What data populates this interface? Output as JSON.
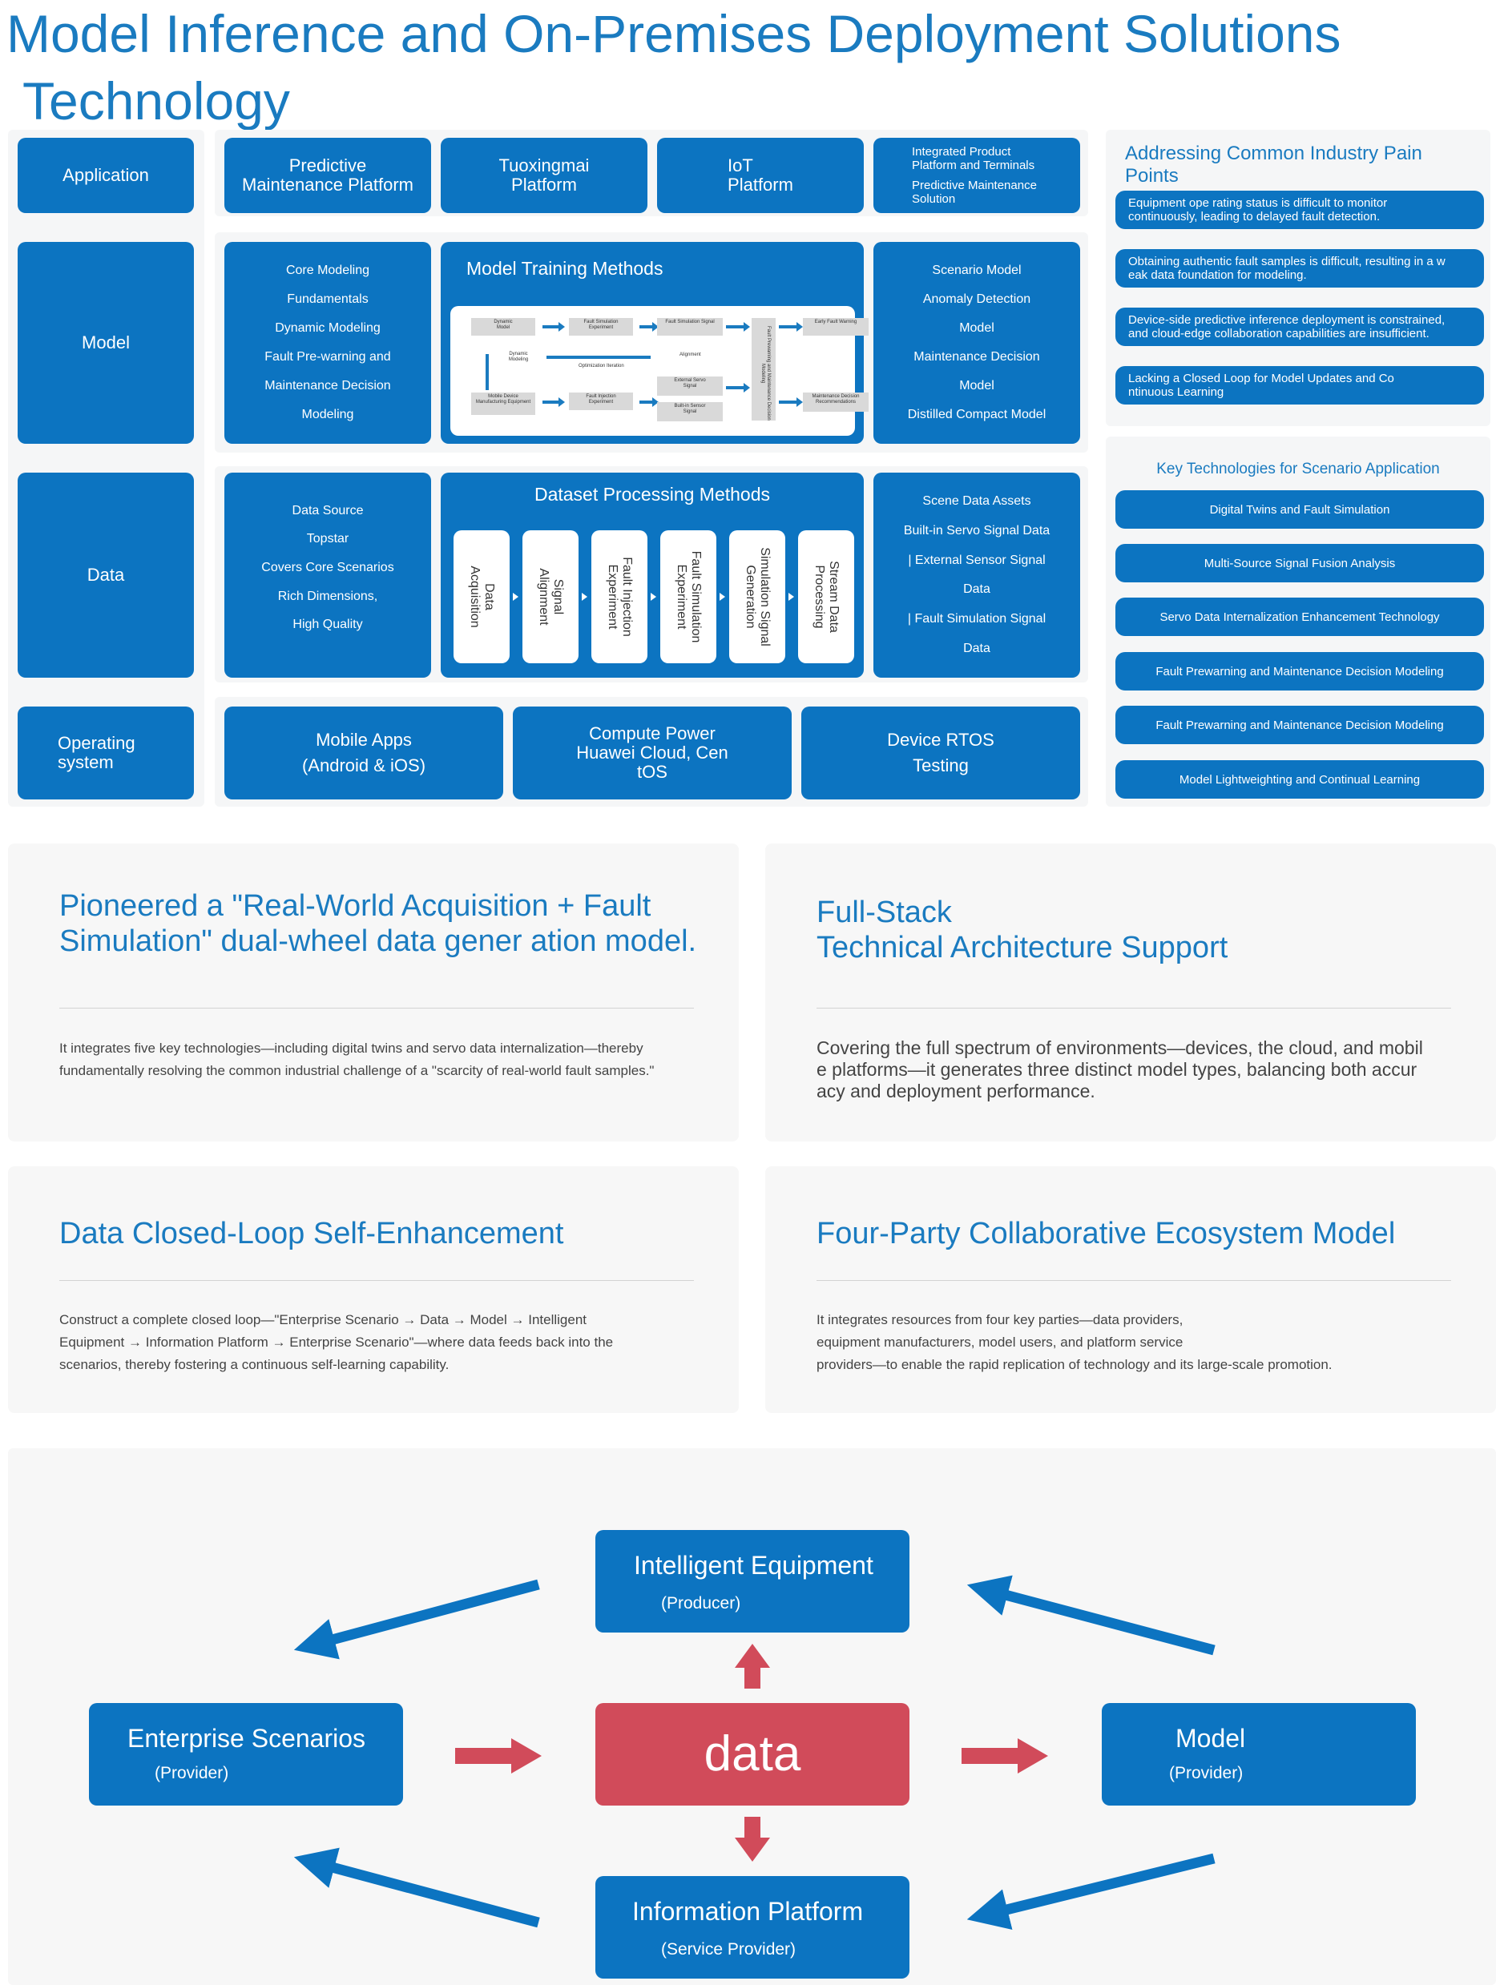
{
  "title": {
    "line1": "Model Inference and On-Premises Deployment Solutions",
    "line2": "Technology"
  },
  "layers": {
    "application": "Application",
    "model": "Model",
    "data": "Data",
    "os": "Operating\nsystem"
  },
  "application_row": {
    "predictive": "Predictive\nMaintenance Platform",
    "tuoxing": "Tuoxingmai\nPlatform",
    "iot": "IoT\nPlatform",
    "integrated_1": "Integrated Product\nPlatform and Terminals",
    "integrated_2": "Predictive Maintenance\nSolution"
  },
  "model_row": {
    "left_items": [
      "Core Modeling",
      "Fundamentals",
      "Dynamic Modeling",
      "Fault Pre-warning and",
      "Maintenance Decision",
      "Modeling"
    ],
    "training_title": "Model Training Methods",
    "training_nodes": {
      "dynamic_model": "Dynamic\nModel",
      "fault_sim_exp": "Fault Simulation\nExperiment",
      "fault_sim_signal": "Fault Simulation Signal",
      "early_warning": "Early Fault Warning",
      "dynamic_modeling": "Dynamic\nModeling",
      "optimization": "Optimization Iteration",
      "alignment": "Alignment",
      "fusion": "Fault Prewarning and Maintenance Decision Modeling",
      "mobile_device": "Mobile Device\nManufacturing Equipment",
      "fault_inj_exp": "Fault Injection\nExperiment",
      "external_servo": "External Servo\nSignal",
      "builtin_sensor": "Built-in Sensor\nSignal",
      "maintenance_rec": "Maintenance Decision\nRecommendations"
    },
    "right_items": [
      "Scenario Model",
      "Anomaly Detection",
      "Model",
      "Maintenance Decision",
      "Model",
      "Distilled Compact Model"
    ]
  },
  "data_row": {
    "left_items": [
      "Data Source",
      "Topstar",
      "Covers Core Scenarios",
      "Rich Dimensions,",
      "High Quality"
    ],
    "processing_title": "Dataset Processing Methods",
    "steps": [
      "Data\nAcquisition",
      "Signal\nAlignment",
      "Fault Injection\nExperiment",
      "Fault Simulation\nExperiment",
      "Simulation Signal\nGeneration",
      "Stream Data\nProcessing"
    ],
    "right_items": [
      "Scene Data Assets",
      "Built-in Servo Signal Data",
      "| External Sensor Signal",
      "Data",
      "| Fault Simulation Signal",
      "Data"
    ]
  },
  "os_row": {
    "mobile": "Mobile Apps\n(Android & iOS)",
    "compute": "Compute Power\nHuawei Cloud, Cen\ntOS",
    "rtos": "Device RTOS\nTesting"
  },
  "pain_points": {
    "heading": "Addressing Common Industry Pain\nPoints",
    "items": [
      "Equipment ope rating status is difficult to monitor\ncontinuously, leading to delayed fault detection.",
      "Obtaining authentic fault samples is difficult, resulting in a w\neak data foundation for modeling.",
      "Device-side predictive inference deployment is constrained,\nand cloud-edge collaboration capabilities are insufficient.",
      "Lacking a Closed Loop for Model Updates and Co\nntinuous Learning"
    ]
  },
  "key_tech": {
    "heading": "Key Technologies for Scenario Application",
    "items": [
      "Digital Twins and Fault Simulation",
      "Multi-Source Signal Fusion Analysis",
      "Servo Data Internalization Enhancement Technology",
      "Fault Prewarning and Maintenance Decision Modeling",
      "Fault Prewarning and Maintenance Decision Modeling",
      "Model Lightweighting and Continual Learning"
    ]
  },
  "cards": [
    {
      "title": "Pioneered a \"Real-World Acquisition + Fault\nSimulation\" dual-wheel data gener ation model.",
      "body": "It integrates five key technologies—including digital twins and servo data internalization—thereby\nfundamentally resolving the common industrial challenge of a \"scarcity of real-world fault samples.\""
    },
    {
      "title": "Full-Stack\nTechnical Architecture Support",
      "body": "Covering the full spectrum of environments—devices, the cloud, and mobil\ne platforms—it generates three distinct model types, balancing both accur\nacy and deployment performance."
    },
    {
      "title": "Data Closed-Loop Self-Enhancement",
      "body": "Construct a complete closed loop—\"Enterprise Scenario → Data → Model → Intelligent\nEquipment → Information Platform → Enterprise Scenario\"—where data feeds back into the\nscenarios, thereby fostering a continuous self-learning capability."
    },
    {
      "title": "Four-Party Collaborative Ecosystem Model",
      "body": "It integrates resources from four key parties—data providers,\nequipment manufacturers, model users, and platform service\nproviders—to enable the rapid replication of technology and its large-scale promotion."
    }
  ],
  "ecosystem": {
    "center": "data",
    "top": {
      "name": "Intelligent Equipment",
      "role": "(Producer)"
    },
    "left": {
      "name": "Enterprise Scenarios",
      "role": "(Provider)"
    },
    "right": {
      "name": "Model",
      "role": "(Provider)"
    },
    "bottom": {
      "name": "Information Platform",
      "role": "(Service Provider)"
    },
    "colors": {
      "blue": "#0c74c1",
      "red": "#d14b5a"
    }
  }
}
